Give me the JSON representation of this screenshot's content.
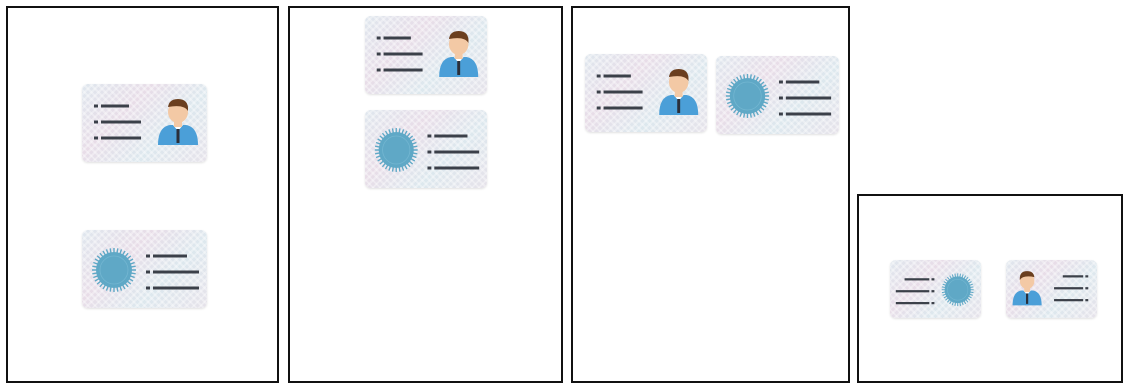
{
  "colors": {
    "frame": "#111111",
    "card_base": "#e3e3ea",
    "text_lines": "#3b4049",
    "seal": "#5fa8c6",
    "person_shirt": "#4b9fd8",
    "person_hair": "#6b3f1f",
    "person_skin": "#f3c9a5",
    "person_tie": "#2b2f3a"
  },
  "layouts": [
    {
      "name": "portrait-two-cards-spaced",
      "cards": [
        "front",
        "back"
      ]
    },
    {
      "name": "portrait-two-cards-top",
      "cards": [
        "front",
        "back"
      ]
    },
    {
      "name": "portrait-two-cards-side-by-side",
      "cards": [
        "front",
        "back"
      ]
    },
    {
      "name": "landscape-two-cards",
      "cards": [
        "back-mirrored",
        "front-mirrored"
      ]
    }
  ],
  "icons": {
    "front": "id-card-front-with-person-icon",
    "back": "id-card-back-with-seal-icon"
  }
}
